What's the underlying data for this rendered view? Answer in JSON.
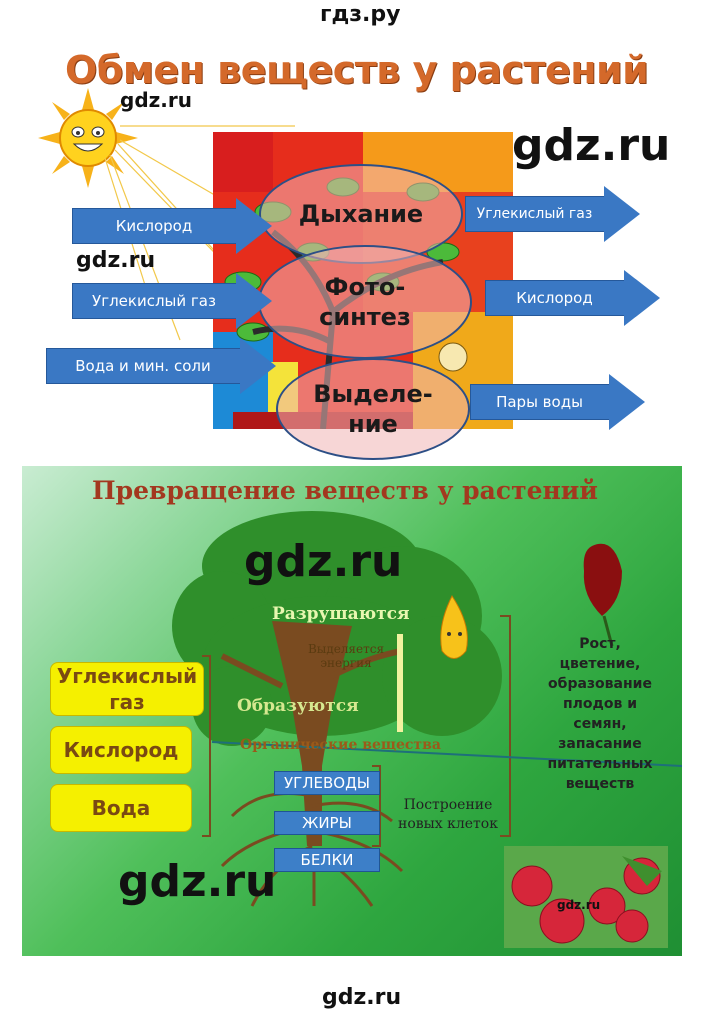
{
  "header": {
    "site_label": "гдз.ру"
  },
  "footer": {
    "site_label": "gdz.ru"
  },
  "watermarks": {
    "small": "gdz.ru",
    "large": "gdz.ru"
  },
  "slide1": {
    "title": "Обмен веществ у растений",
    "input_arrows": [
      "Кислород",
      "Углекислый газ",
      "Вода и мин. соли"
    ],
    "processes": [
      "Дыхание",
      "Фото-",
      "синтез",
      "Выделе-",
      "ние"
    ],
    "output_arrows": [
      "Углекислый газ",
      "Кислород",
      "Пары воды"
    ],
    "colors": {
      "title": "#d4692a",
      "arrow": "#3a78c4",
      "oval": "#f0b4b4"
    }
  },
  "slide2": {
    "title": "Превращение веществ у растений",
    "tree_labels": {
      "destroyed": "Разрушаются",
      "energy": "Выделяется энергия",
      "formed": "Образуются",
      "organic": "Органические вещества",
      "building": "Построение новых клеток"
    },
    "inputs": [
      "Углекислый газ",
      "Кислород",
      "Вода"
    ],
    "substances": [
      "УГЛЕВОДЫ",
      "ЖИРЫ",
      "БЕЛКИ"
    ],
    "uses": "Рост, цветение, образование плодов и семян, запасание питательных веществ",
    "colors": {
      "background": "#3fb34f",
      "tree": "#2f8f2b",
      "input_box": "#f5f000",
      "substance_box": "#3d7fc8"
    }
  }
}
